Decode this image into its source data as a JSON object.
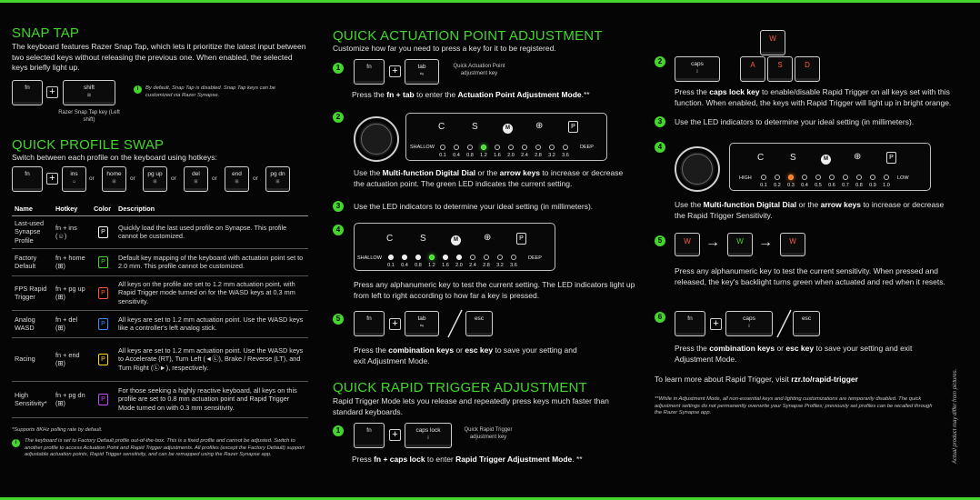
{
  "snap_tap": {
    "title": "SNAP TAP",
    "desc": "The keyboard features Razer Snap Tap, which lets it prioritize the latest input between two selected keys without releasing the previous one. When enabled, the selected keys briefly light up.",
    "key1": "fn",
    "key2": "shift",
    "key2_sub": "⊠",
    "key_caption": "Razer Snap Tap key (Left shift)",
    "note": "By default, Snap Tap is disabled. Snap Tap keys can be customized via Razer Synapse."
  },
  "profile_swap": {
    "title": "QUICK PROFILE SWAP",
    "desc": "Switch between each profile on the keyboard using hotkeys:",
    "keys": [
      "fn",
      "ins",
      "home",
      "pg up",
      "del",
      "end",
      "pg dn"
    ],
    "or": "or",
    "headers": [
      "Name",
      "Hotkey",
      "Color",
      "Description"
    ],
    "rows": [
      {
        "name": "Last-used Synapse Profile",
        "hotkey": "fn + ins (☺)",
        "color": "P",
        "desc": "Quickly load the last used profile on Synapse. This profile cannot be customized."
      },
      {
        "name": "Factory Default",
        "hotkey": "fn + home (⊞)",
        "color": "P",
        "desc": "Default key mapping of the keyboard with actuation point set to 2.0 mm. This profile cannot be customized."
      },
      {
        "name": "FPS Rapid Trigger",
        "hotkey": "fn + pg up (⊞)",
        "color": "P",
        "desc": "All keys on the profile are set to 1.2 mm actuation point, with Rapid Trigger mode turned on for the WASD keys at 0.3 mm sensitivity."
      },
      {
        "name": "Analog WASD",
        "hotkey": "fn + del (⊞)",
        "color": "P",
        "desc": "All keys are set to 1.2 mm actuation point. Use the WASD keys like a controller's left analog stick."
      },
      {
        "name": "Racing",
        "hotkey": "fn + end (⊞)",
        "color": "P",
        "desc": "All keys are set to 1.2 mm actuation point. Use the WASD keys to Accelerate (RT), Turn Left (◄Ⓛ), Brake / Reverse (LT), and Turn Right (Ⓛ►), respectively."
      },
      {
        "name": "High Sensitivity*",
        "hotkey": "fn + pg dn (⊞)",
        "color": "P",
        "desc": "For those seeking a highly reactive keyboard, all keys on this profile are set to 0.8 mm actuation point and Rapid Trigger Mode turned on with 0.3 mm sensitivity."
      }
    ],
    "footnote": "*Supports 8KHz polling rate by default.",
    "note": "The keyboard is set to Factory Default profile out-of-the-box. This is a fixed profile and cannot be adjusted. Switch to another profile to access Actuation Point and Rapid Trigger adjustments. All profiles (except the Factory Default) support adjustable actuation points, Rapid Trigger sensitivity, and can be remapped using the Razer Synapse app."
  },
  "actuation": {
    "title": "QUICK ACTUATION POINT ADJUSTMENT",
    "desc": "Customize how far you need to press a key for it to be registered.",
    "step1_k1": "fn",
    "step1_k2": "tab",
    "step1_label": "Quick Actuation Point adjustment key",
    "step1_pre": "Press the ",
    "step1_bold1": "fn + tab",
    "step1_mid": " to enter the ",
    "step1_bold2": "Actuation Point Adjustment Mode",
    "step1_post": ".**",
    "panel_icons": [
      "C",
      "S",
      "M",
      "⊕",
      "P"
    ],
    "shallow": "SHALLOW",
    "deep": "DEEP",
    "levels": [
      "0.1",
      "0.4",
      "0.8",
      "1.2",
      "1.6",
      "2.0",
      "2.4",
      "2.8",
      "3.2",
      "3.6"
    ],
    "step2_pre": "Use the ",
    "step2_b1": "Multi-function Digital Dial",
    "step2_or": " or the ",
    "step2_b2": "arrow keys",
    "step2_post": " to increase or decrease the actuation point. The green LED indicates the current setting.",
    "step3": "Use the LED indicators to determine your ideal setting (in millimeters).",
    "step4": "Press any alphanumeric key to test the current setting. The LED indicators light up from left to right according to how far a key is pressed.",
    "step5_k3": "esc",
    "step5_pre": "Press the ",
    "step5_b1": "combination keys",
    "step5_or": " or ",
    "step5_b2": "esc key",
    "step5_post": " to save your setting and exit Adjustment Mode."
  },
  "rapid": {
    "title": "QUICK RAPID TRIGGER ADJUSTMENT",
    "desc": "Rapid Trigger Mode lets you release and repeatedly press keys much faster than standard keyboards.",
    "step1_k1": "fn",
    "step1_k2": "caps lock",
    "step1_label": "Quick Rapid Trigger adjustment key",
    "step1_pre": "Press ",
    "step1_b1": "fn + caps lock",
    "step1_mid": " to enter ",
    "step1_b2": "Rapid Trigger Adjustment Mode",
    "step1_post": ". **",
    "step2_keys": [
      "W",
      "A",
      "S",
      "D"
    ],
    "step2_caps": "caps",
    "step2_pre": "Press the ",
    "step2_b1": "caps lock key",
    "step2_post": " to enable/disable Rapid Trigger on all keys set with this function. When enabled, the keys with Rapid Trigger will light up in bright orange.",
    "step3": "Use the LED indicators to determine your ideal setting (in millimeters).",
    "high": "HIGH",
    "low": "LOW",
    "levels": [
      "0.1",
      "0.2",
      "0.3",
      "0.4",
      "0.5",
      "0.6",
      "0.7",
      "0.8",
      "0.9",
      "1.0"
    ],
    "step4_pre": "Use the ",
    "step4_b1": "Multi-function Digital Dial",
    "step4_or": " or the ",
    "step4_b2": "arrow keys",
    "step4_post": " to increase or decrease the Rapid Trigger Sensitivity.",
    "step5_key": "W",
    "step5": "Press any alphanumeric key to test the current sensitivity. When pressed and released, the key's backlight turns green when actuated and red when it resets.",
    "step6_pre": "Press the ",
    "step6_b1": "combination keys",
    "step6_or": " or ",
    "step6_b2": "esc key",
    "step6_post": " to save your setting and exit Adjustment Mode.",
    "learn_pre": "To learn more about Rapid Trigger, visit ",
    "learn_link": "rzr.to/rapid-trigger",
    "footnote": "**While in Adjustment Mode, all non-essential keys and lighting customizations are temporarily disabled. The quick adjustment settings do not permanently overwrite your Synapse Profiles; previously set profiles can be recalled through the Razer Synapse app.",
    "side_note": "Actual product may differ from pictures."
  },
  "numbers": [
    "1",
    "2",
    "3",
    "4",
    "5",
    "6"
  ],
  "colors": {
    "accent": "#44d62c",
    "orange": "#ff7a1a",
    "red": "#ff5a3c",
    "bg": "#050505"
  }
}
